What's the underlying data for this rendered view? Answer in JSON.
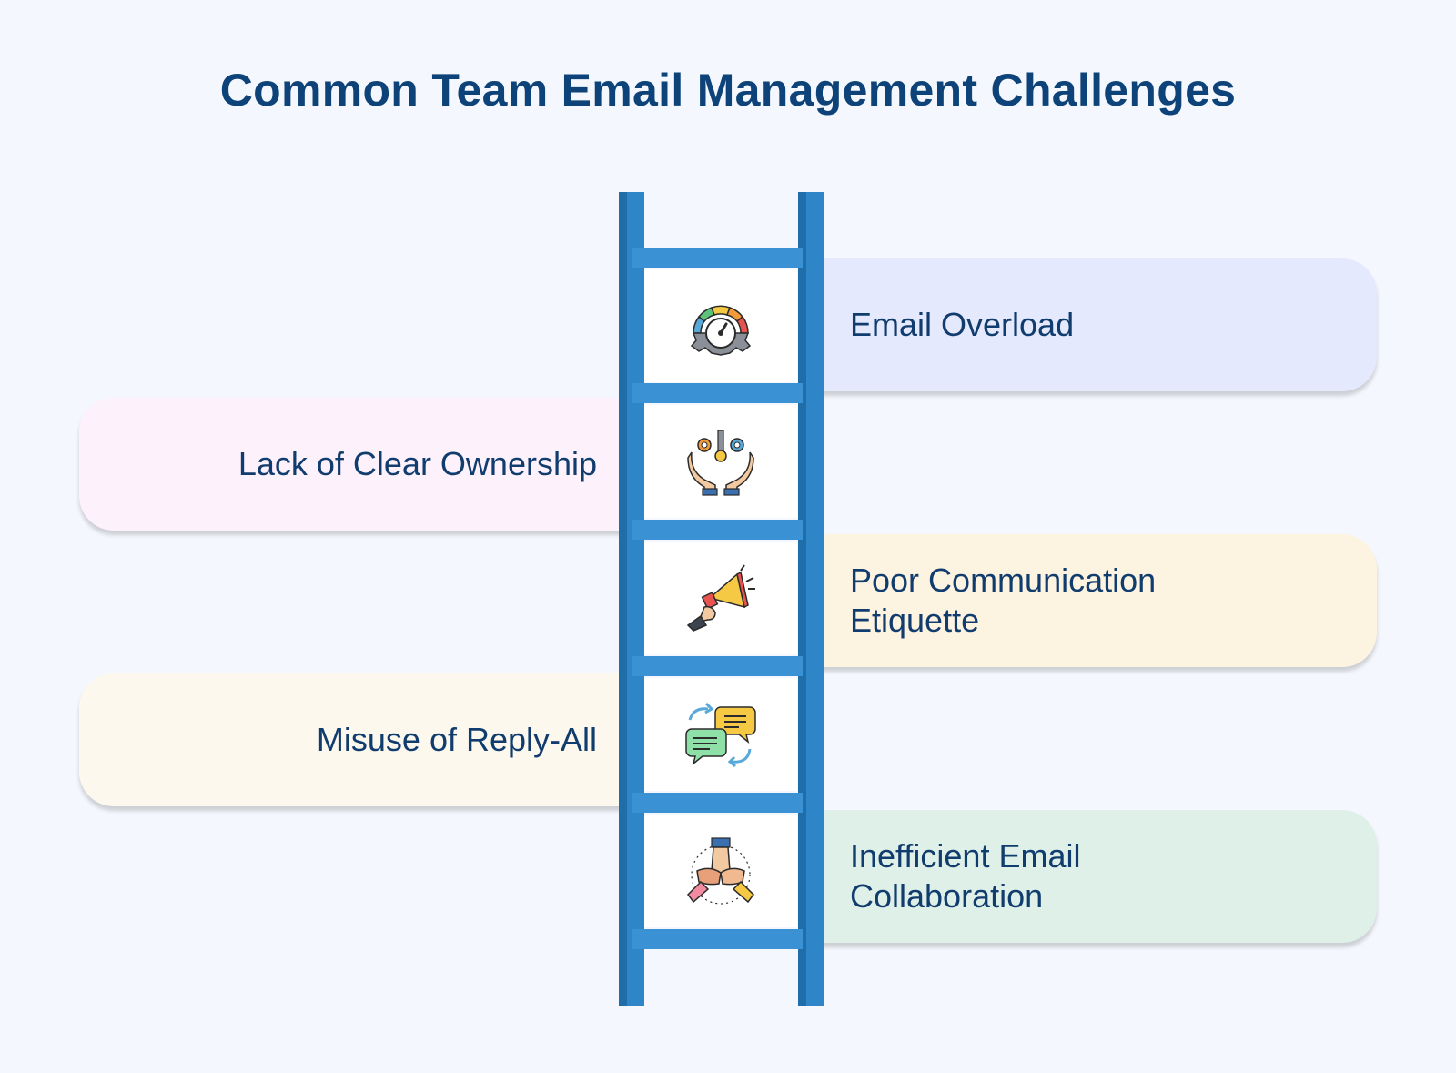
{
  "title": "Common Team Email Management Challenges",
  "steps": [
    {
      "label": "Email Overload",
      "side": "right",
      "color": "#e5e9fd",
      "icon": "speedometer-gear-icon"
    },
    {
      "label": "Lack of Clear Ownership",
      "side": "left",
      "color": "#fdf1fb",
      "icon": "hands-key-gears-icon"
    },
    {
      "label": "Poor Communication Etiquette",
      "side": "right",
      "color": "#fdf3e1",
      "icon": "megaphone-hand-icon"
    },
    {
      "label": "Misuse of Reply-All",
      "side": "left",
      "color": "#fcf8ee",
      "icon": "chat-bubbles-arrows-icon"
    },
    {
      "label": "Inefficient Email Collaboration",
      "side": "right",
      "color": "#dff0e8",
      "icon": "stacked-hands-icon"
    }
  ]
}
